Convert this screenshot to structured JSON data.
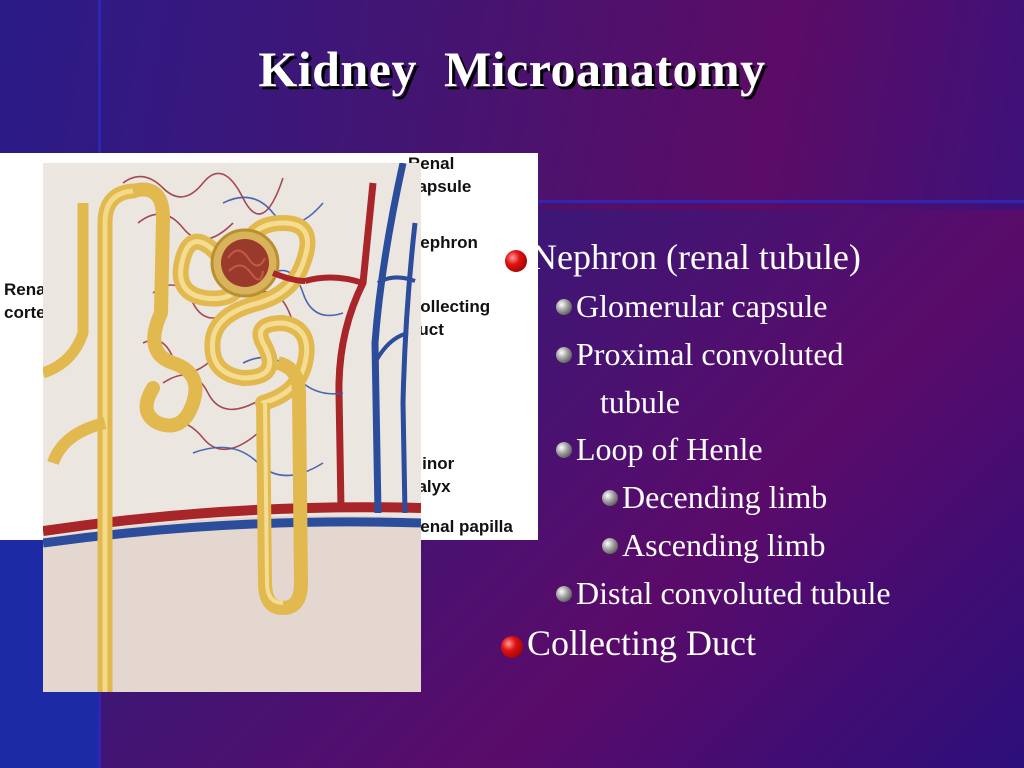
{
  "slide": {
    "title": "Kidney  Microanatomy"
  },
  "figure": {
    "labels": {
      "renal_capsule": "Renal\ncapsule",
      "nephron": "Nephron",
      "collecting_duct": "Collecting\nduct",
      "minor_calyx": "Minor\ncalyx",
      "renal_papilla": "Renal papilla",
      "renal_cortex": "Renal\ncortex"
    }
  },
  "bullets": [
    {
      "level": 1,
      "text": "Nephron (renal tubule)"
    },
    {
      "level": 2,
      "text": "Glomerular capsule"
    },
    {
      "level": 2,
      "text": "Proximal convoluted"
    },
    {
      "level": 2,
      "text": "tubule",
      "continuation": true
    },
    {
      "level": 2,
      "text": "Loop of Henle"
    },
    {
      "level": 3,
      "text": "Decending limb"
    },
    {
      "level": 3,
      "text": "Ascending limb"
    },
    {
      "level": 2,
      "text": "Distal convoluted tubule"
    },
    {
      "level": 1,
      "text": "Collecting Duct"
    }
  ],
  "colors": {
    "bullet_level1": "#e01010",
    "bullet_level2": "#a0a0a0",
    "text": "#ffffff",
    "tubule": "#e8c25a",
    "artery": "#b02a2a",
    "vein": "#2c4c9c"
  }
}
